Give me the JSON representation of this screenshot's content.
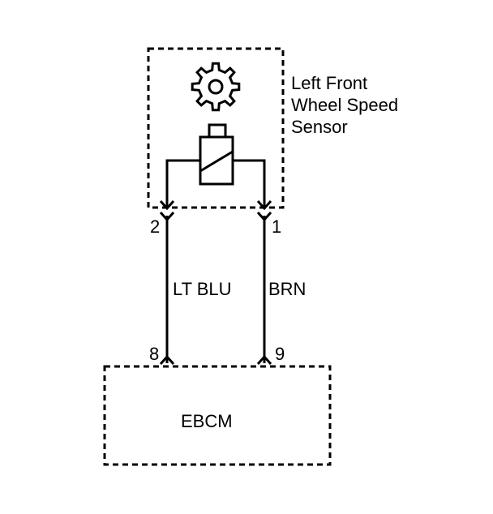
{
  "sensor": {
    "label_line1": "Left Front",
    "label_line2": "Wheel Speed",
    "label_line3": "Sensor",
    "icon": "gear-icon"
  },
  "pins": {
    "sensor_left": "2",
    "sensor_right": "1",
    "module_left": "8",
    "module_right": "9"
  },
  "wires": {
    "left_color": "LT BLU",
    "right_color": "BRN"
  },
  "module": {
    "label": "EBCM"
  }
}
